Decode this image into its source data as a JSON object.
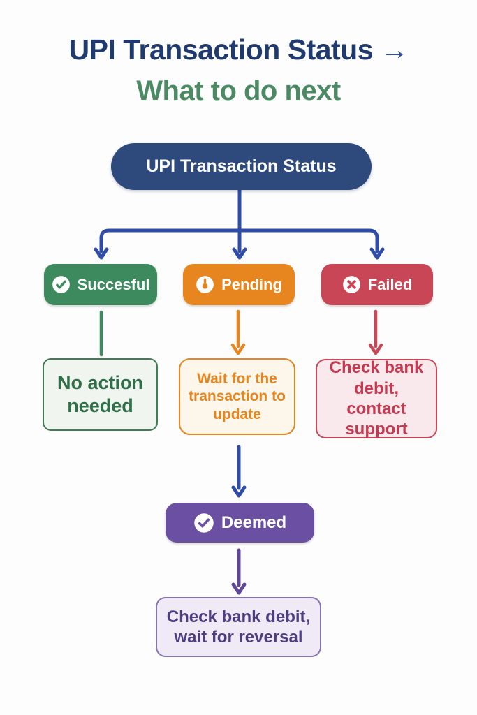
{
  "header": {
    "title": "UPI Transaction Status",
    "title_arrow": "→",
    "subtitle": "What to do next"
  },
  "root": {
    "label": "UPI Transaction Status"
  },
  "branches": [
    {
      "status": "Succesful",
      "icon": "check-circle-icon",
      "action": "No action needed"
    },
    {
      "status": "Pending",
      "icon": "clock-icon",
      "action": "Wait for the transaction to update"
    },
    {
      "status": "Failed",
      "icon": "x-circle-icon",
      "action": "Check bank debit, contact support"
    }
  ],
  "deemed": {
    "status": "Deemed",
    "icon": "check-circle-icon",
    "action": "Check bank debit, wait for reversal"
  },
  "colors": {
    "page_bg": "#fdfdfd",
    "title_navy": "#1e3a6e",
    "subtitle_green": "#4b8a63",
    "connector_blue": "#2f4da8",
    "root_navy": "#2e4a7d",
    "success_green": "#3c8a5e",
    "success_border": "#3e7d54",
    "success_text": "#2f7048",
    "success_bg": "#f0f5f0",
    "pending_orange": "#e7851f",
    "pending_bg": "#fdf6eb",
    "failed_red": "#c94656",
    "failed_text": "#c53a50",
    "failed_bg": "#f9e9ed",
    "deemed_purple": "#6a4fa3",
    "deemed_arrow": "#5f4796",
    "reversal_text": "#4f3d82",
    "reversal_border": "#8673b3",
    "reversal_bg": "#efeaf6"
  }
}
